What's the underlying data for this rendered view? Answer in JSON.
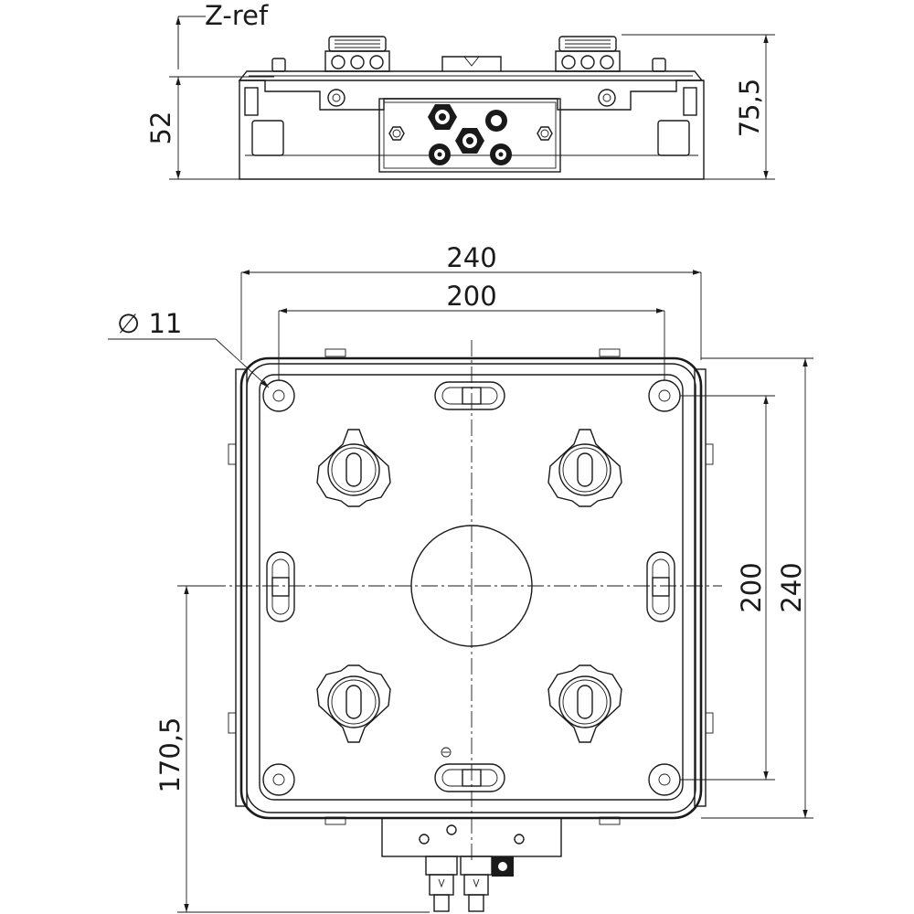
{
  "labels": {
    "z_ref": "Z-ref",
    "dim_52": "52",
    "dim_75_5": "75,5",
    "dim_240_top": "240",
    "dim_200_top": "200",
    "dim_diameter": "∅ 11",
    "dim_200_right": "200",
    "dim_240_right": "240",
    "dim_170_5": "170,5"
  }
}
